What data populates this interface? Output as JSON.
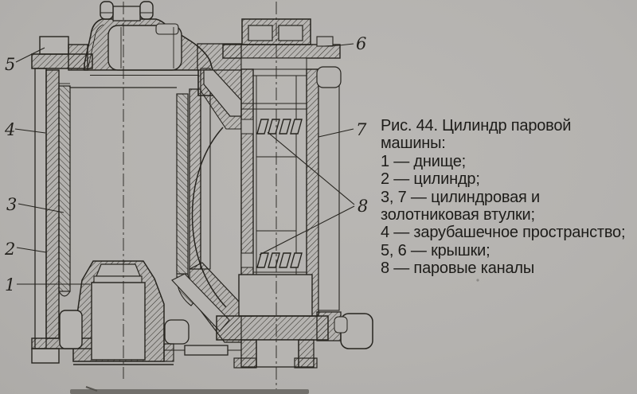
{
  "figure": {
    "type": "technical-drawing-scan",
    "subject": "steam engine cylinder cross-section",
    "caption": {
      "title": "Рис. 44. Цилиндр паровой машины:",
      "legend": [
        "1 — днище;",
        "2 — цилиндр;",
        "3, 7 — цилиндровая и золотниковая втулки;",
        "4 — зарубашечное пространство;",
        "5, 6 — крышки;",
        "8 — паровые каналы"
      ]
    },
    "callouts": [
      "1",
      "2",
      "3",
      "4",
      "5",
      "6",
      "7",
      "8"
    ]
  },
  "colors": {
    "paper": "#b5b3b0",
    "ink": "#26241f"
  }
}
